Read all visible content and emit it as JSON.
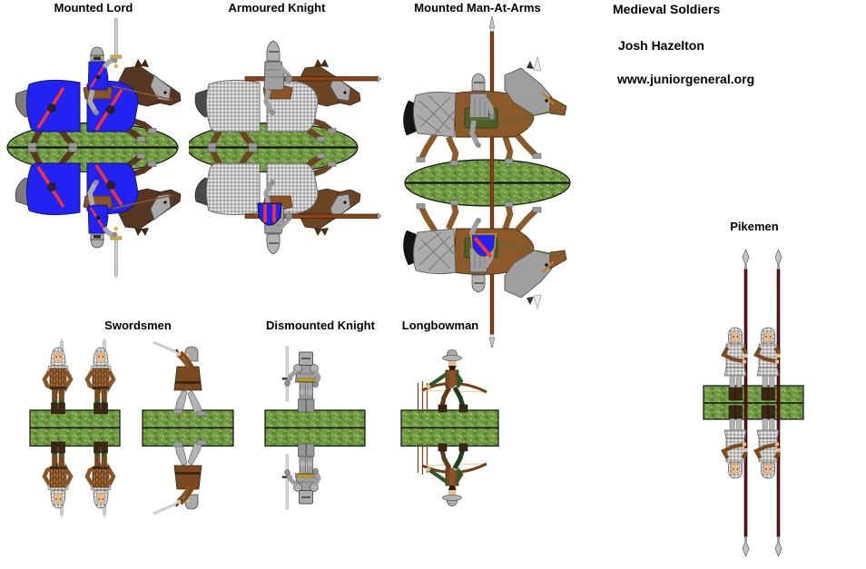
{
  "header": {
    "title": "Medieval Soldiers",
    "author": "Josh Hazelton",
    "website": "www.juniorgeneral.org"
  },
  "units": {
    "mounted_lord": {
      "label": "Mounted Lord"
    },
    "armoured_knight": {
      "label": "Armoured Knight"
    },
    "mounted_man_at_arms": {
      "label": "Mounted Man-At-Arms"
    },
    "swordsmen": {
      "label": "Swordsmen"
    },
    "dismounted_knight": {
      "label": "Dismounted Knight"
    },
    "longbowman": {
      "label": "Longbowman"
    },
    "pikemen": {
      "label": "Pikemen"
    }
  },
  "style": {
    "background": "#FFFFFF",
    "text_color": "#000000",
    "grass_green": "#6F9A43",
    "heraldic_blue": "#2222F2",
    "heraldic_red": "#F43535",
    "armor_gray": "#A9A9A9",
    "chainmail_gray": "#C6C6C6",
    "horse_dark_brown": "#573722",
    "horse_chestnut": "#8C5A28",
    "leather_brown": "#8A5526",
    "pike_shaft_maroon": "#5C1616",
    "lance_brown": "#8A4515",
    "gold": "#D9B23A"
  }
}
